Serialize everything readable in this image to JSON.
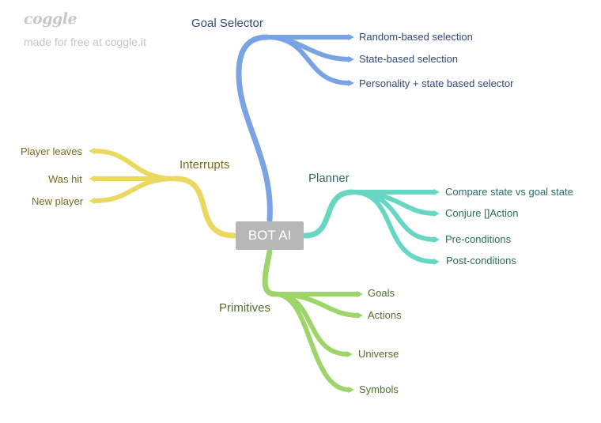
{
  "branding": {
    "logo": "coggle",
    "credit": "made for free at coggle.it"
  },
  "root": {
    "label": "BOT AI"
  },
  "branches": {
    "goal_selector": {
      "label": "Goal Selector",
      "color": "#7aa3e5",
      "children": [
        "Random-based selection",
        "State-based selection",
        "Personality + state based selector"
      ]
    },
    "planner": {
      "label": "Planner",
      "color": "#67d7c4",
      "children": [
        "Compare state vs goal state",
        "Conjure []Action",
        "Pre-conditions",
        "Post-conditions"
      ]
    },
    "interrupts": {
      "label": "Interrupts",
      "color": "#ebd95f",
      "children": [
        "Player leaves",
        "Was hit",
        "New player"
      ]
    },
    "primitives": {
      "label": "Primitives",
      "color": "#9ed56b",
      "children": [
        "Goals",
        "Actions",
        "Universe",
        "Symbols"
      ]
    }
  }
}
